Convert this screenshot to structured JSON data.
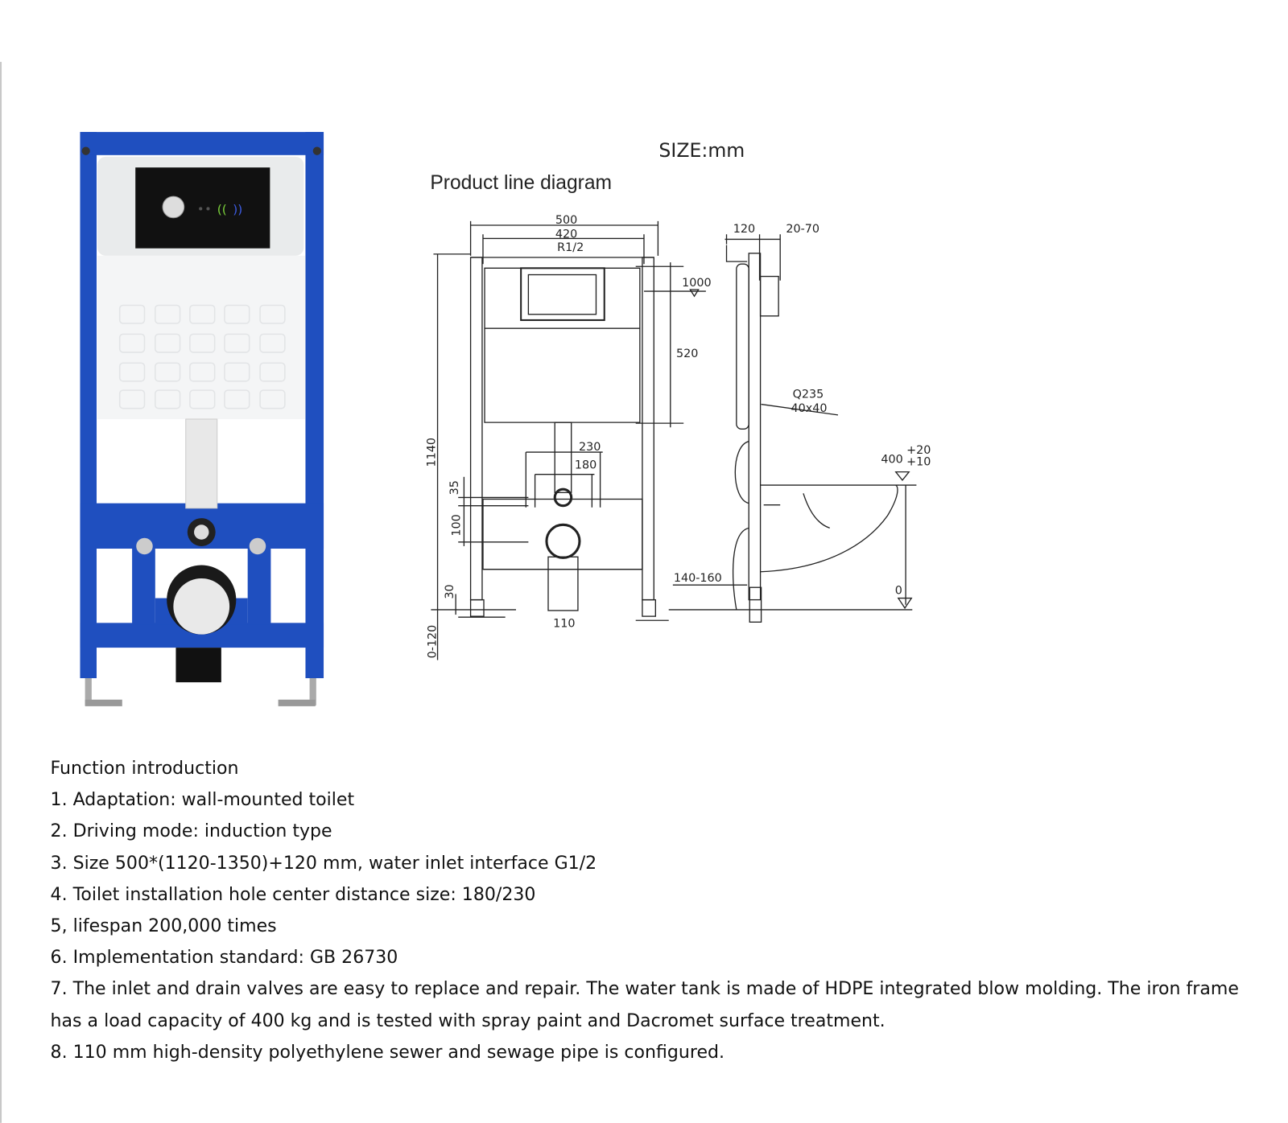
{
  "diagram": {
    "size_label": "SIZE:mm",
    "title": "Product line diagram",
    "dims": {
      "w500": "500",
      "w420": "420",
      "r12": "R1/2",
      "h1000": "1000",
      "h520": "520",
      "h1140": "1140",
      "w230": "230",
      "w180": "180",
      "h35": "35",
      "h100": "100",
      "h30": "30",
      "h0120": "0-120",
      "w110": "110",
      "d120": "120",
      "d2070": "20-70",
      "q235": "Q235",
      "q40": "40x40",
      "h400": "400",
      "p20": "+20",
      "p10": "+10",
      "d140160": "140-160",
      "zero": "0"
    }
  },
  "colors": {
    "frame_blue": "#1f4fbf",
    "panel_black": "#111111",
    "tank_white": "#f4f5f6"
  },
  "function_intro": {
    "heading": "Function introduction",
    "items": [
      "1. Adaptation: wall-mounted toilet",
      "2. Driving mode: induction type",
      "3. Size 500*(1120-1350)+120 mm, water inlet interface G1/2",
      "4. Toilet installation hole center distance size: 180/230",
      "5, lifespan 200,000 times",
      "6. Implementation standard: GB 26730",
      "7. The inlet and drain valves are easy to replace and repair. The water tank is made of HDPE integrated blow molding. The iron frame has a load capacity of 400 kg and is tested with spray paint and Dacromet surface treatment.",
      "8. 110 mm high-density polyethylene sewer and sewage pipe is configured."
    ]
  }
}
